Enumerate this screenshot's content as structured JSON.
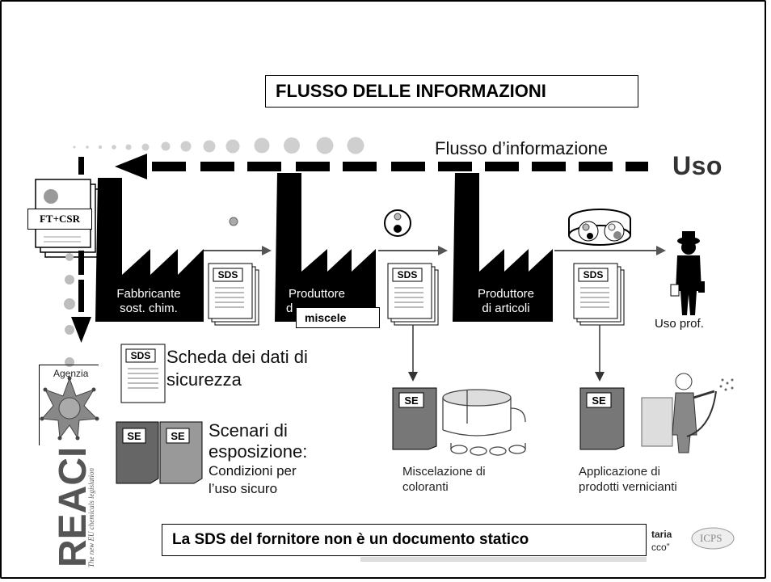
{
  "title": "FLUSSO DELLE INFORMAZIONI",
  "flow": {
    "label": "Flusso d’informazione",
    "end_label": "Uso"
  },
  "dossier": {
    "label": "FT+CSR"
  },
  "chain": {
    "manufacturer": {
      "line1": "Fabbricante",
      "line2": "sost. chim."
    },
    "mixture_producer": {
      "line1": "Produttore",
      "line2": "d"
    },
    "mixture_box": "miscele",
    "article_producer": {
      "line1": "Produttore",
      "line2": "di articoli"
    },
    "professional_use": "Uso prof.",
    "sds_tag": "SDS",
    "se_tag": "SE"
  },
  "legend": {
    "sds_tag": "SDS",
    "sds_line1": "Scheda dei dati di",
    "sds_line2": "sicurezza",
    "se_tag": "SE",
    "se_title1": "Scenari di",
    "se_title2": "esposizione:",
    "se_sub1": "Condizioni per",
    "se_sub2": "l’uso sicuro"
  },
  "examples": {
    "mixing_line1": "Miscelazione di",
    "mixing_line2": "coloranti",
    "painting_line1": "Applicazione di",
    "painting_line2": "prodotti vernicianti"
  },
  "agency": {
    "label": "Agenzia"
  },
  "reach_logo": {
    "word": "REACH",
    "tagline": "The new EU chemicals legislation"
  },
  "footer": {
    "statement": "La SDS del fornitore non è un documento statico",
    "partial_line1": "taria",
    "partial_line2": "cco”",
    "logo_text": "ICPS"
  }
}
